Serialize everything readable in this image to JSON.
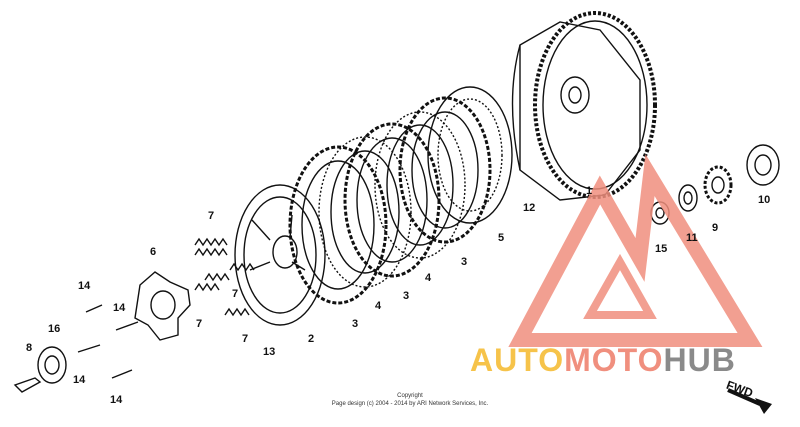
{
  "diagram": {
    "part_labels": {
      "p1": "1",
      "p2": "2",
      "p3a": "3",
      "p3b": "3",
      "p3c": "3",
      "p4a": "4",
      "p4b": "4",
      "p5": "5",
      "p6": "6",
      "p7a": "7",
      "p7b": "7",
      "p7c": "7",
      "p7d": "7",
      "p8": "8",
      "p9": "9",
      "p10": "10",
      "p11": "11",
      "p12": "12",
      "p13": "13",
      "p14a": "14",
      "p14b": "14",
      "p14c": "14",
      "p14d": "14",
      "p15": "15",
      "p16": "16"
    },
    "direction_label": "FWD",
    "copyright_line1": "Copyright",
    "copyright_line2": "Page design (c) 2004 - 2014 by ARI Network Services, Inc."
  },
  "watermark": {
    "part1": "AUTO",
    "part2": "MOTO",
    "part3": "HUB",
    "color_auto": "#f6c34a",
    "color_moto": "#f08f7e",
    "color_hub": "#8a8a8a",
    "logo_color": "#f08f7e"
  }
}
